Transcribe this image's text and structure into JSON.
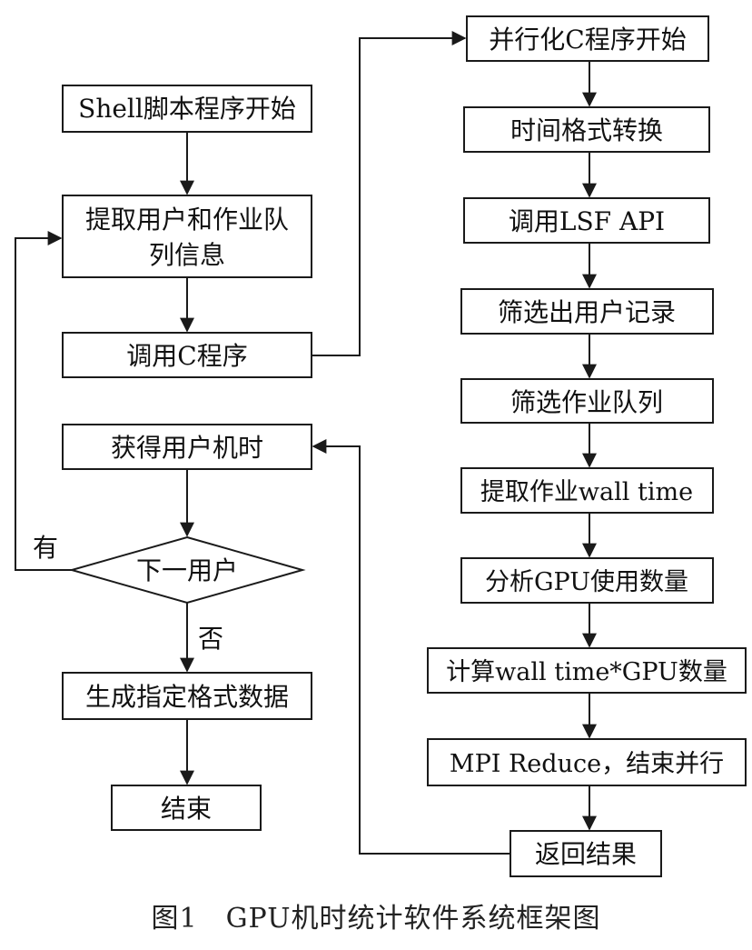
{
  "nodes": {
    "shell_start": "Shell脚本程序开始",
    "extract_user_queue_l1": "提取用户和作业队",
    "extract_user_queue_l2": "列信息",
    "call_c": "调用C程序",
    "get_machine_hours": "获得用户机时",
    "next_user": "下一用户",
    "gen_data": "生成指定格式数据",
    "end": "结束",
    "parallel_start": "并行化C程序开始",
    "time_format": "时间格式转换",
    "call_lsf": "调用LSF API",
    "filter_user": "筛选出用户记录",
    "filter_queue": "筛选作业队列",
    "extract_walltime": "提取作业wall time",
    "analyze_gpu": "分析GPU使用数量",
    "calc": "计算wall time*GPU数量",
    "mpi_reduce": "MPI Reduce，结束并行",
    "return_result": "返回结果"
  },
  "edge_labels": {
    "yes": "有",
    "no": "否"
  },
  "caption": "图1　GPU机时统计软件系统框架图"
}
